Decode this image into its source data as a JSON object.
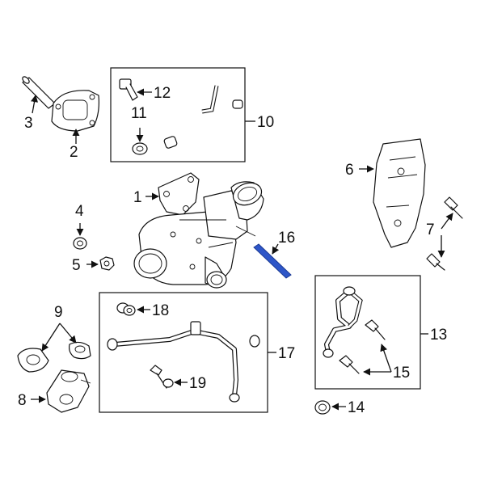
{
  "callouts": {
    "c1": "1",
    "c2": "2",
    "c3": "3",
    "c4": "4",
    "c5": "5",
    "c6": "6",
    "c7": "7",
    "c8": "8",
    "c9": "9",
    "c10": "10",
    "c11": "11",
    "c12": "12",
    "c13": "13",
    "c14": "14",
    "c15": "15",
    "c16": "16",
    "c17": "17",
    "c18": "18",
    "c19": "19"
  },
  "colors": {
    "line": "#111111",
    "highlight": "#2e56c8",
    "background": "#ffffff"
  },
  "highlighted_part": "16"
}
